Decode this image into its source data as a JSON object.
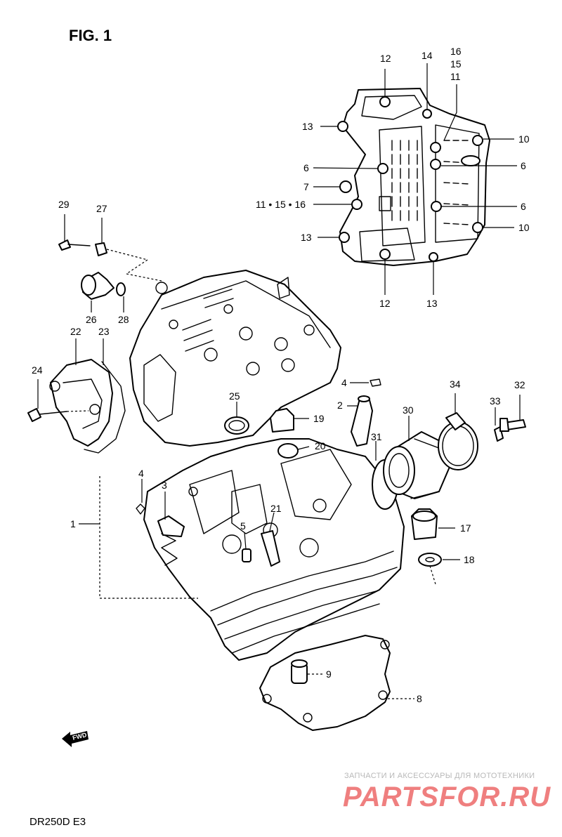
{
  "figure": {
    "title": "FIG. 1",
    "model": "DR250D  E3",
    "fwd_label": "FWD"
  },
  "watermark": {
    "caption": "ЗАПЧАСТИ И АКСЕССУАРЫ ДЛЯ МОТОТЕХНИКИ",
    "brand": "PARTSFOR.RU",
    "color": "#ef7f7f"
  },
  "callouts": {
    "c1": "1",
    "c2": "2",
    "c3": "3",
    "c4a": "4",
    "c4b": "4",
    "c5": "5",
    "c6a": "6",
    "c6b": "6",
    "c6c": "6",
    "c7": "7",
    "c8": "8",
    "c9": "9",
    "c10a": "10",
    "c10b": "10",
    "c11a": "11",
    "c11b": "11 • 15 • 16",
    "c12a": "12",
    "c12b": "12",
    "c13a": "13",
    "c13b": "13",
    "c13c": "13",
    "c14": "14",
    "c15": "15",
    "c16": "16",
    "c17": "17",
    "c18": "18",
    "c19": "19",
    "c20": "20",
    "c21": "21",
    "c22": "22",
    "c23": "23",
    "c24": "24",
    "c25": "25",
    "c26": "26",
    "c27": "27",
    "c28": "28",
    "c29": "29",
    "c30": "30",
    "c31": "31",
    "c32": "32",
    "c33": "33",
    "c34": "34"
  }
}
